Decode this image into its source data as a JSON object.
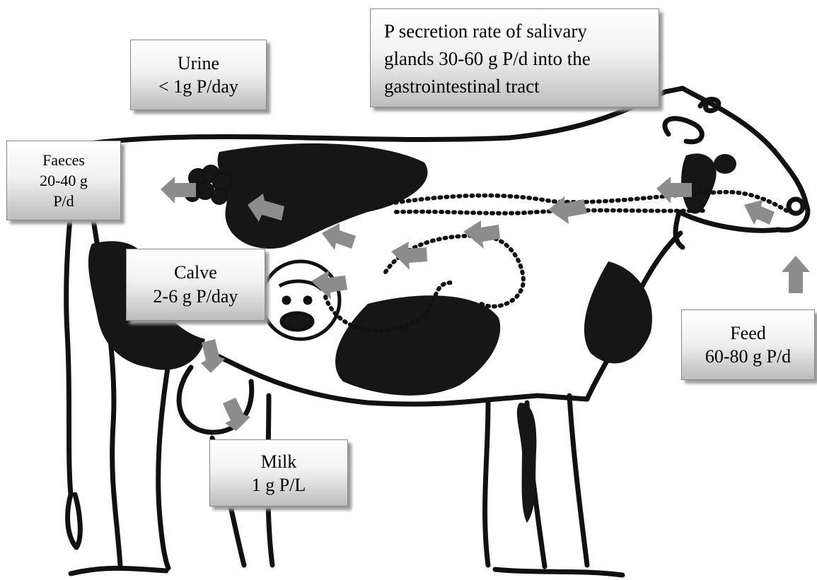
{
  "labels": {
    "saliva": [
      "P secretion rate of salivary",
      "glands 30-60 g P/d into the",
      "gastrointestinal tract"
    ],
    "urine": [
      "Urine",
      "< 1g P/day"
    ],
    "faeces": [
      "Faeces",
      "20-40 g",
      "P/d"
    ],
    "calve": [
      "Calve",
      "2-6 g P/day"
    ],
    "feed": [
      "Feed",
      "60-80 g P/d"
    ],
    "milk": [
      "Milk",
      "1 g P/L"
    ]
  },
  "colors": {
    "arrow": "#8c8c8c",
    "outline": "#111111",
    "patch": "#161616",
    "box_border": "#8a8a8a"
  },
  "icons": {
    "arrow": "flow-arrow-icon",
    "calf": "calf-icon",
    "faeces": "faeces-icon"
  }
}
